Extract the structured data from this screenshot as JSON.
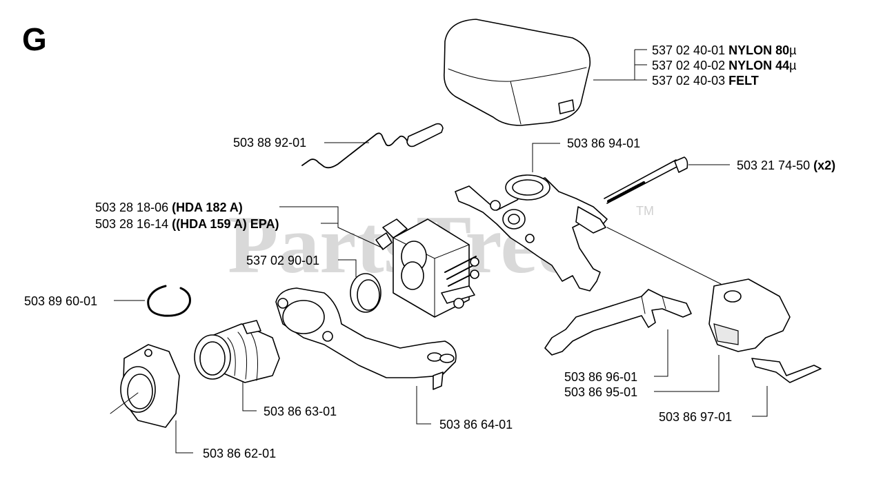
{
  "section_letter": "G",
  "watermark": {
    "text": "PartsTree",
    "tm": "TM"
  },
  "callouts": [
    {
      "id": "filter-nylon80",
      "number": "537 02 40-01",
      "spec": "NYLON 80",
      "unit": "µ"
    },
    {
      "id": "filter-nylon44",
      "number": "537 02 40-02",
      "spec": "NYLON 44",
      "unit": "µ"
    },
    {
      "id": "filter-felt",
      "number": "537 02 40-03",
      "spec": "FELT",
      "unit": ""
    },
    {
      "id": "choke-rod",
      "number": "503 88 92-01",
      "spec": "",
      "unit": ""
    },
    {
      "id": "carb-bracket",
      "number": "503 86 94-01",
      "spec": "",
      "unit": ""
    },
    {
      "id": "long-screw",
      "number": "503 21 74-50",
      "spec": "(x2)",
      "unit": ""
    },
    {
      "id": "carb-hda182",
      "number": "503 28 18-06",
      "spec": "(HDA 182 A)",
      "unit": ""
    },
    {
      "id": "carb-hda159",
      "number": "503 28 16-14",
      "spec": "((HDA 159 A) EPA)",
      "unit": ""
    },
    {
      "id": "carb-gasket-ring",
      "number": "537 02 90-01",
      "spec": "",
      "unit": ""
    },
    {
      "id": "circlip",
      "number": "503 89 60-01",
      "spec": "",
      "unit": ""
    },
    {
      "id": "trigger-link-a",
      "number": "503 86 96-01",
      "spec": "",
      "unit": ""
    },
    {
      "id": "trigger-link-b",
      "number": "503 86 95-01",
      "spec": "",
      "unit": ""
    },
    {
      "id": "intake-boot",
      "number": "503 86 63-01",
      "spec": "",
      "unit": ""
    },
    {
      "id": "spring-clip",
      "number": "503 86 97-01",
      "spec": "",
      "unit": ""
    },
    {
      "id": "intake-manifold",
      "number": "503 86 64-01",
      "spec": "",
      "unit": ""
    },
    {
      "id": "flange",
      "number": "503 86 62-01",
      "spec": "",
      "unit": ""
    }
  ]
}
